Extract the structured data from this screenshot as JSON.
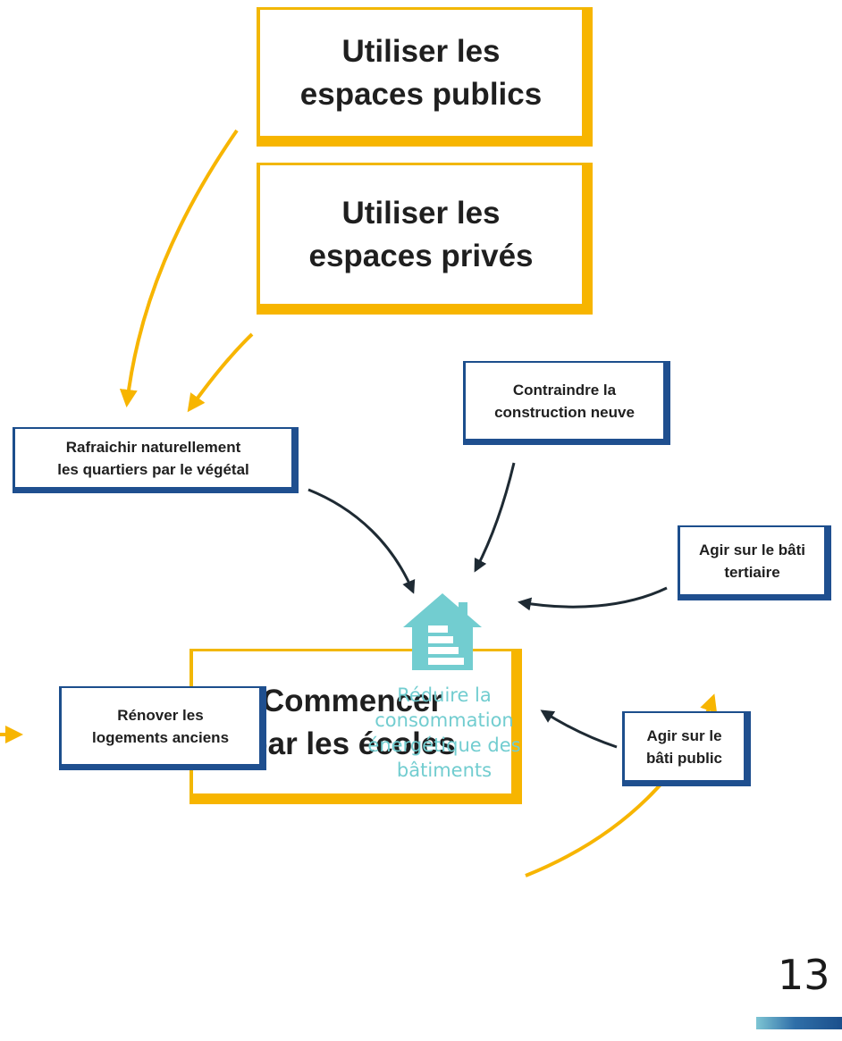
{
  "action_boxes": {
    "public_spaces": [
      "Utiliser les",
      "espaces publics"
    ],
    "private_spaces": [
      "Utiliser les",
      "espaces privés"
    ],
    "schools": [
      "Commencer",
      "par les écoles"
    ]
  },
  "strategies": {
    "cool_neighborhoods": [
      "Rafraichir  naturellement",
      "les quartiers par le végétal"
    ],
    "new_construction": [
      "Contraindre la",
      "construction neuve"
    ],
    "tertiary_buildings": [
      "Agir sur le bâti",
      "tertiaire"
    ],
    "old_housing": [
      "Rénover les",
      "logements anciens"
    ],
    "public_buildings": [
      "Agir sur le",
      "bâti public"
    ]
  },
  "center": {
    "icon": "house-energy-icon",
    "label": [
      "Réduire la",
      "consommation",
      "énergétique des",
      "bâtiments"
    ]
  },
  "page_number": "13",
  "colors": {
    "yellow": "#f7b500",
    "blue": "#1f4f8f",
    "teal": "#72cdd0",
    "arrow_dark": "#1e2a33"
  }
}
